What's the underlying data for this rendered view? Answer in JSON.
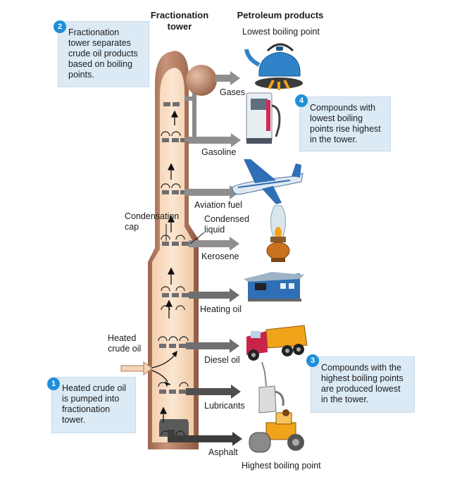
{
  "headers": {
    "tower": "Fractionation tower",
    "products": "Petroleum products"
  },
  "boiling": {
    "lowest": "Lowest boiling point",
    "highest": "Highest boiling point"
  },
  "fractions": [
    "Gases",
    "Gasoline",
    "Aviation fuel",
    "Kerosene",
    "Heating oil",
    "Diesel oil",
    "Lubricants",
    "Asphalt"
  ],
  "labels": {
    "condensation_cap": "Condensation cap",
    "condensed_liquid": "Condensed liquid",
    "heated_crude_oil": "Heated crude oil"
  },
  "callouts": [
    {
      "num": "1",
      "text": "Heated crude oil is pumped into fractionation tower."
    },
    {
      "num": "2",
      "text": "Fractionation tower separates crude oil products based on boiling points."
    },
    {
      "num": "3",
      "text": "Compounds with the highest boiling points are produced lowest in the tower."
    },
    {
      "num": "4",
      "text": "Compounds with lowest boiling points rise highest in the tower."
    }
  ],
  "icons": [
    "kettle-stove-icon",
    "gas-pump-icon",
    "airplane-icon",
    "oil-lamp-icon",
    "house-icon",
    "dump-truck-icon",
    "oil-can-icon",
    "road-roller-icon"
  ],
  "colors": {
    "tower_shell": "#b07a5e",
    "tower_inside": "#f7d9bd",
    "pipe": "#7f7f7f",
    "callout_bg": "#dceaf5",
    "badge": "#1f8fd8"
  }
}
